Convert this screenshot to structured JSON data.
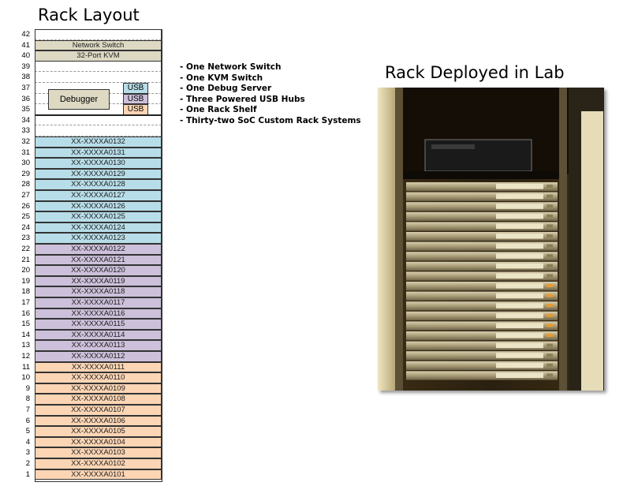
{
  "rack_layout": {
    "title": "Rack Layout",
    "units": [
      {
        "u": "42",
        "label": "",
        "kind": "empty"
      },
      {
        "u": "41",
        "label": "Network Switch",
        "kind": "switch"
      },
      {
        "u": "40",
        "label": "32-Port KVM",
        "kind": "kvm"
      },
      {
        "u": "39",
        "label": "",
        "kind": "empty"
      },
      {
        "u": "38",
        "label": "",
        "kind": "empty"
      },
      {
        "u": "37",
        "label": "",
        "kind": "debug"
      },
      {
        "u": "36",
        "label": "",
        "kind": "debug"
      },
      {
        "u": "35",
        "label": "",
        "kind": "debug"
      },
      {
        "u": "34",
        "label": "",
        "kind": "empty"
      },
      {
        "u": "33",
        "label": "",
        "kind": "empty"
      },
      {
        "u": "32",
        "label": "XX-XXXXA0132",
        "kind": "blue"
      },
      {
        "u": "31",
        "label": "XX-XXXXA0131",
        "kind": "blue"
      },
      {
        "u": "30",
        "label": "XX-XXXXA0130",
        "kind": "blue"
      },
      {
        "u": "29",
        "label": "XX-XXXXA0129",
        "kind": "blue"
      },
      {
        "u": "28",
        "label": "XX-XXXXA0128",
        "kind": "blue"
      },
      {
        "u": "27",
        "label": "XX-XXXXA0127",
        "kind": "blue"
      },
      {
        "u": "26",
        "label": "XX-XXXXA0126",
        "kind": "blue"
      },
      {
        "u": "25",
        "label": "XX-XXXXA0125",
        "kind": "blue"
      },
      {
        "u": "24",
        "label": "XX-XXXXA0124",
        "kind": "blue"
      },
      {
        "u": "23",
        "label": "XX-XXXXA0123",
        "kind": "blue"
      },
      {
        "u": "22",
        "label": "XX-XXXXA0122",
        "kind": "purple"
      },
      {
        "u": "21",
        "label": "XX-XXXXA0121",
        "kind": "purple"
      },
      {
        "u": "20",
        "label": "XX-XXXXA0120",
        "kind": "purple"
      },
      {
        "u": "19",
        "label": "XX-XXXXA0119",
        "kind": "purple"
      },
      {
        "u": "18",
        "label": "XX-XXXXA0118",
        "kind": "purple"
      },
      {
        "u": "17",
        "label": "XX-XXXXA0117",
        "kind": "purple"
      },
      {
        "u": "16",
        "label": "XX-XXXXA0116",
        "kind": "purple"
      },
      {
        "u": "15",
        "label": "XX-XXXXA0115",
        "kind": "purple"
      },
      {
        "u": "14",
        "label": "XX-XXXXA0114",
        "kind": "purple"
      },
      {
        "u": "13",
        "label": "XX-XXXXA0113",
        "kind": "purple"
      },
      {
        "u": "12",
        "label": "XX-XXXXA0112",
        "kind": "purple"
      },
      {
        "u": "11",
        "label": "XX-XXXXA0111",
        "kind": "orange"
      },
      {
        "u": "10",
        "label": "XX-XXXXA0110",
        "kind": "orange"
      },
      {
        "u": "9",
        "label": "XX-XXXXA0109",
        "kind": "orange"
      },
      {
        "u": "8",
        "label": "XX-XXXXA0108",
        "kind": "orange"
      },
      {
        "u": "7",
        "label": "XX-XXXXA0107",
        "kind": "orange"
      },
      {
        "u": "6",
        "label": "XX-XXXXA0106",
        "kind": "orange"
      },
      {
        "u": "5",
        "label": "XX-XXXXA0105",
        "kind": "orange"
      },
      {
        "u": "4",
        "label": "XX-XXXXA0104",
        "kind": "orange"
      },
      {
        "u": "3",
        "label": "XX-XXXXA0103",
        "kind": "orange"
      },
      {
        "u": "2",
        "label": "XX-XXXXA0102",
        "kind": "orange"
      },
      {
        "u": "1",
        "label": "XX-XXXXA0101",
        "kind": "orange"
      }
    ],
    "debugger_label": "Debugger",
    "usb_hubs": [
      {
        "u": "37",
        "label": "USB",
        "color": "#b7dde8"
      },
      {
        "u": "36",
        "label": "USB",
        "color": "#ccc0da"
      },
      {
        "u": "35",
        "label": "USB",
        "color": "#fcd5b4"
      }
    ],
    "colors": {
      "blue": "#b7dde8",
      "purple": "#ccc0da",
      "orange": "#fcd5b4",
      "switch": "#ddd9c3",
      "kvm": "#ddd9c3",
      "empty": "#ffffff",
      "debug": "#ffffff"
    }
  },
  "features": [
    "- One Network Switch",
    "- One KVM Switch",
    "- One Debug Server",
    "- Three Powered USB Hubs",
    "- One Rack Shelf",
    "- Thirty-two SoC Custom Rack Systems"
  ],
  "photo": {
    "title": "Rack Deployed in Lab",
    "server_units": 20
  }
}
